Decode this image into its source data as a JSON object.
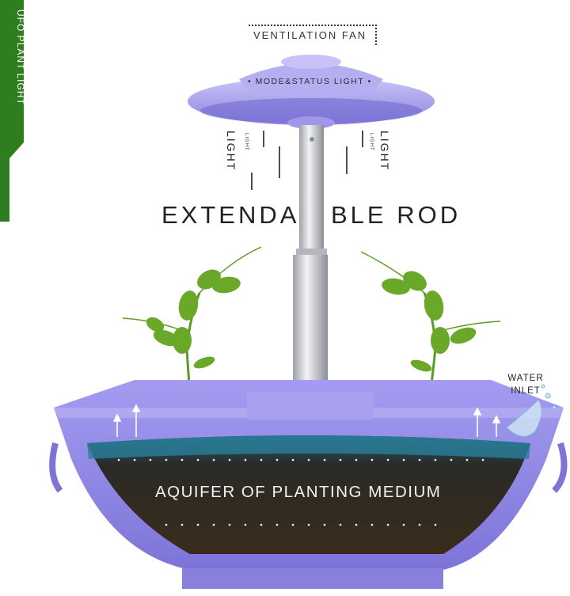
{
  "banner": {
    "text": "UFO PLANT LIGHT",
    "color": "#2e7d1e"
  },
  "labels": {
    "ventilation_fan": "VENTILATION FAN",
    "mode_status": "• MODE&STATUS LIGHT •",
    "light_left": "LIGHT",
    "light_left_small": "LIGHT",
    "light_right": "LIGHT",
    "light_right_small": "LIGHT",
    "rod_part1": "EXTENDA",
    "rod_part2": "BLE ROD",
    "water_inlet": "WATER INLET",
    "aquifer": "AQUIFER OF PLANTING MEDIUM"
  },
  "colors": {
    "body_purple": "#8f86e6",
    "lamp_purple": "#a9a2ee",
    "rod_silver": "#c9c9cf",
    "leaf_green": "#6aa82a",
    "soil_dark": "#2a2016",
    "water_blue": "#2a7e9a"
  }
}
